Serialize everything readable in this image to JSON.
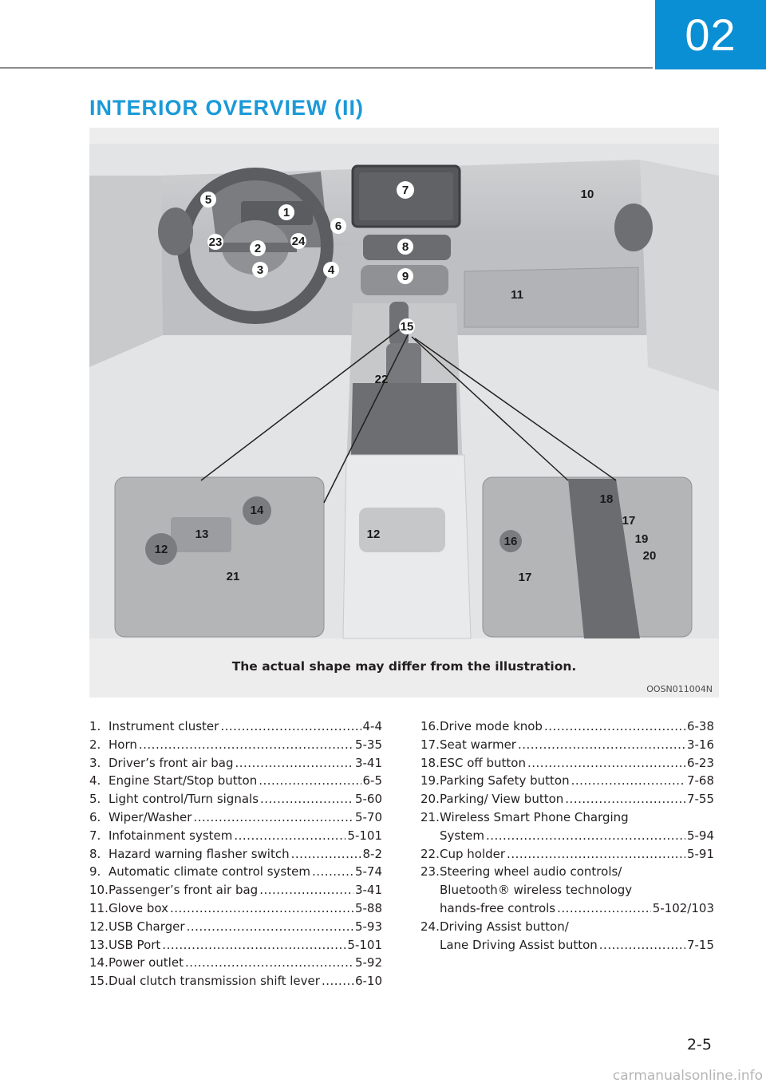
{
  "chapter": "02",
  "section_title": "INTERIOR OVERVIEW (II)",
  "figure": {
    "caption": "The actual shape may differ from the illustration.",
    "code": "OOSN011004N",
    "callouts": [
      "1",
      "2",
      "3",
      "4",
      "5",
      "6",
      "7",
      "8",
      "9",
      "10",
      "11",
      "15",
      "22",
      "23",
      "24",
      "12",
      "13",
      "14",
      "12",
      "21",
      "16",
      "17",
      "17",
      "18",
      "19",
      "20"
    ]
  },
  "list_left": [
    {
      "num": "1.",
      "label": "Instrument cluster",
      "page": "4-4"
    },
    {
      "num": "2.",
      "label": "Horn",
      "page": "5-35"
    },
    {
      "num": "3.",
      "label": "Driver’s front air bag",
      "page": "3-41"
    },
    {
      "num": "4.",
      "label": "Engine Start/Stop button",
      "page": "6-5"
    },
    {
      "num": "5.",
      "label": "Light control/Turn signals",
      "page": "5-60"
    },
    {
      "num": "6.",
      "label": "Wiper/Washer",
      "page": "5-70"
    },
    {
      "num": "7.",
      "label": "Infotainment system",
      "page": "5-101"
    },
    {
      "num": "8.",
      "label": "Hazard warning flasher switch",
      "page": "8-2"
    },
    {
      "num": "9.",
      "label": "Automatic climate control system",
      "page": "5-74"
    },
    {
      "num": "10.",
      "label": "Passenger’s front air bag",
      "page": "3-41"
    },
    {
      "num": "11.",
      "label": "Glove box",
      "page": "5-88"
    },
    {
      "num": "12.",
      "label": "USB Charger",
      "page": "5-93"
    },
    {
      "num": "13.",
      "label": "USB Port",
      "page": "5-101"
    },
    {
      "num": "14.",
      "label": "Power outlet",
      "page": "5-92"
    },
    {
      "num": "15.",
      "label": "Dual clutch transmission shift lever",
      "page": "6-10"
    }
  ],
  "list_right": [
    {
      "num": "16.",
      "label": "Drive mode knob",
      "page": "6-38"
    },
    {
      "num": "17.",
      "label": "Seat warmer",
      "page": "3-16"
    },
    {
      "num": "18.",
      "label": "ESC off button",
      "page": "6-23"
    },
    {
      "num": "19.",
      "label": "Parking Safety button",
      "page": "7-68"
    },
    {
      "num": "20.",
      "label": "Parking/ View button",
      "page": "7-55"
    },
    {
      "num": "21.",
      "label": "Wireless Smart Phone Charging",
      "cont": "System",
      "page": "5-94"
    },
    {
      "num": "22.",
      "label": "Cup holder",
      "page": "5-91"
    },
    {
      "num": "23.",
      "label": "Steering wheel audio controls/",
      "cont1": "Bluetooth® wireless technology",
      "cont": "hands-free controls",
      "page": "5-102/103"
    },
    {
      "num": "24.",
      "label": "Driving Assist button/",
      "cont": "Lane Driving Assist button",
      "page": "7-15"
    }
  ],
  "page_number": "2-5",
  "watermark": "carmanualsonline.info"
}
